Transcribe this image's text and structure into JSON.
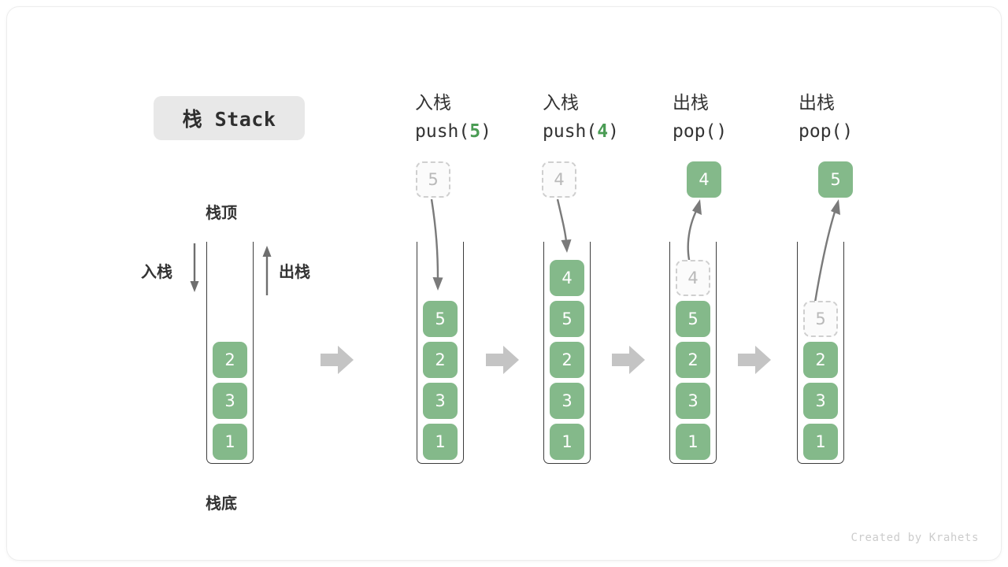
{
  "title": {
    "badge": "栈 Stack"
  },
  "labels": {
    "top": "栈顶",
    "bottom": "栈底",
    "push": "入栈",
    "pop": "出栈"
  },
  "footer": {
    "credit": "Created by Krahets"
  },
  "colors": {
    "green": "#84b98a",
    "green_text": "#4a9c54",
    "ghost_border": "#cfcfcf",
    "ghost_text": "#b9b9b9",
    "stack_border": "#3d3d3d",
    "flow_arrow": "#c4c4c4",
    "curve_arrow": "#7a7a7a",
    "badge_bg": "#e8e8e8"
  },
  "columns": [
    {
      "id": "initial",
      "header_cn": "",
      "header_code": "",
      "stack_items": [
        "2",
        "3",
        "1"
      ],
      "external": null
    },
    {
      "id": "push-5",
      "header_cn": "入栈",
      "header_code_pre": "push(",
      "header_code_num": "5",
      "header_code_post": ")",
      "stack_items": [
        "5",
        "2",
        "3",
        "1"
      ],
      "external": {
        "value": "5",
        "kind": "ghost",
        "direction": "in"
      }
    },
    {
      "id": "push-4",
      "header_cn": "入栈",
      "header_code_pre": "push(",
      "header_code_num": "4",
      "header_code_post": ")",
      "stack_items": [
        "4",
        "5",
        "2",
        "3",
        "1"
      ],
      "external": {
        "value": "4",
        "kind": "ghost",
        "direction": "in"
      }
    },
    {
      "id": "pop-1",
      "header_cn": "出栈",
      "header_code_pre": "pop(",
      "header_code_num": "",
      "header_code_post": ")",
      "stack_items": [
        "4",
        "5",
        "2",
        "3",
        "1"
      ],
      "stack_ghost_index": 0,
      "external": {
        "value": "4",
        "kind": "solid",
        "direction": "out"
      }
    },
    {
      "id": "pop-2",
      "header_cn": "出栈",
      "header_code_pre": "pop(",
      "header_code_num": "",
      "header_code_post": ")",
      "stack_items": [
        "5",
        "2",
        "3",
        "1"
      ],
      "stack_ghost_index": 0,
      "external": {
        "value": "5",
        "kind": "solid",
        "direction": "out"
      }
    }
  ]
}
